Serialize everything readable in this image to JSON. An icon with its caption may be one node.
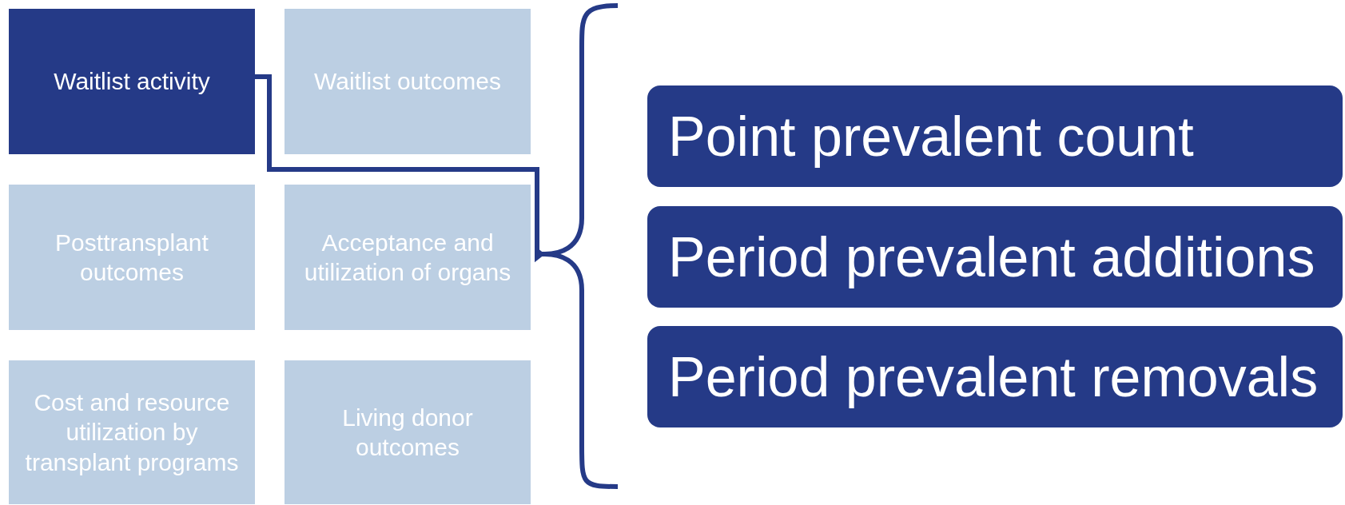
{
  "diagram": {
    "nodes": [
      {
        "text": [
          "Waitlist activity"
        ]
      },
      {
        "text": [
          "Waitlist outcomes"
        ]
      },
      {
        "text": [
          "Posttransplant outcomes"
        ]
      },
      {
        "text": [
          "Acceptance and utilization of organs"
        ]
      },
      {
        "text": [
          "Cost and resource utilization by transplant programs"
        ]
      },
      {
        "text": [
          "Living donor outcomes"
        ]
      },
      {
        "text": [
          "Point prevalent count"
        ]
      },
      {
        "text": [
          "Period prevalent additions"
        ]
      },
      {
        "text": [
          "Period prevalent removals"
        ]
      },
      {
        "text": [],
        "shape": "brace"
      }
    ],
    "edges": [
      {
        "from": 0,
        "to": 9,
        "arrow": "to"
      }
    ]
  }
}
